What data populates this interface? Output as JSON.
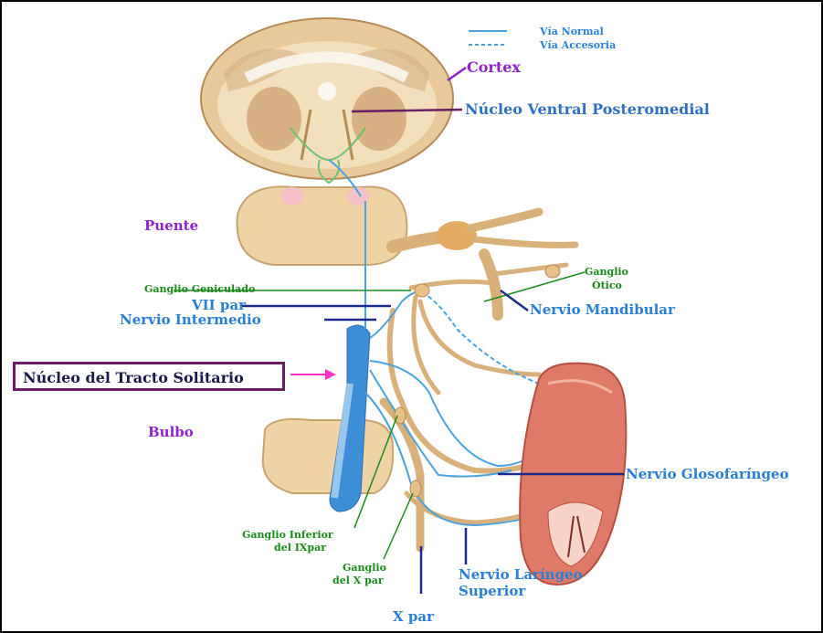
{
  "legend": {
    "normal": "Vía Normal",
    "accessory": "Vía Accesoria"
  },
  "labels": {
    "cortex": "Cortex",
    "vpm": "Núcleo Ventral Posteromedial",
    "puente": "Puente",
    "ganglio_otico_1": "Ganglio",
    "ganglio_otico_2": "Ótico",
    "ganglio_geniculado": "Ganglio Geniculado",
    "vii_par": "VII par",
    "nervio_intermedio": "Nervio Intermedio",
    "nervio_mandibular": "Nervio Mandibular",
    "nucleo_tracto_solitario": "Núcleo del Tracto Solitario",
    "bulbo": "Bulbo",
    "nervio_glosofaringeo": "Nervio Glosofaríngeo",
    "ganglio_inferior_1": "Ganglio Inferior",
    "ganglio_inferior_2": "del IXpar",
    "ganglio_x_1": "Ganglio",
    "ganglio_x_2": "del X par",
    "laringeo_1": "Nervio Laríngeo",
    "laringeo_2": "Superior",
    "x_par": "X par"
  },
  "colors": {
    "label_purple": "#8e24c9",
    "label_blue": "#2a7fd4",
    "label_green": "#1b8a1b",
    "pointer_navy": "#1d2a8a",
    "pointer_magenta": "#ff33cc",
    "box_border": "#6a1e66",
    "nerve": "#d9b07a",
    "pathway": "#4aa3df",
    "tissue": "#efd3a4",
    "tongue": "#e07a68"
  }
}
